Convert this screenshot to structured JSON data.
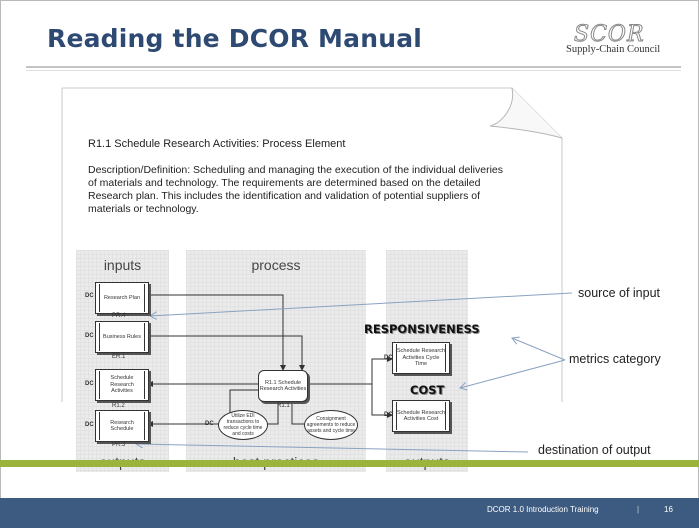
{
  "slide": {
    "title": "Reading the DCOR Manual",
    "logo_word": "SCOR",
    "logo_tagline": "Supply-Chain Council",
    "footer_text": "DCOR 1.0 Introduction Training",
    "page_number": "16"
  },
  "document": {
    "heading": "R1.1 Schedule Research Activities: Process Element",
    "description": "Description/Definition: Scheduling and managing the execution of the individual deliveries of materials and technology. The requirements are determined based on the detailed Research plan. This includes the identification and validation of potential suppliers of materials or technology."
  },
  "diagram": {
    "inputs_label": "inputs",
    "process_label": "process",
    "outputs_left_label": "outputs",
    "best_practices_label": "best practices",
    "outputs_right_label": "outputs",
    "input_boxes": [
      {
        "prefix": "DC",
        "text": "Research Plan",
        "code": "PR.4"
      },
      {
        "prefix": "DC",
        "text": "Business Rules",
        "code": "ER.1"
      },
      {
        "prefix": "DC",
        "text": "Schedule Research Activities",
        "code": "R1.2"
      },
      {
        "prefix": "DC",
        "text": "Research Schedule",
        "code": "PR.3"
      }
    ],
    "process_box": {
      "text": "R1.1 Schedule Research Activities",
      "code": "R1.1"
    },
    "practices": [
      {
        "prefix": "DC",
        "text": "Utilize EDI transactions to reduce cycle time and costs"
      },
      {
        "text": "Consignment agreements to reduce assets and cycle time"
      }
    ],
    "metric_responsiveness": "RESPONSIVENESS",
    "metric_cost": "COST",
    "output_boxes": [
      {
        "prefix": "DC",
        "text": "Schedule Research Activities Cycle Time"
      },
      {
        "prefix": "DC",
        "text": "Schedule Research Activities Cost"
      }
    ]
  },
  "callouts": {
    "source_of_input": "source of input",
    "metrics_category": "metrics category",
    "destination_of_output": "destination of output"
  }
}
